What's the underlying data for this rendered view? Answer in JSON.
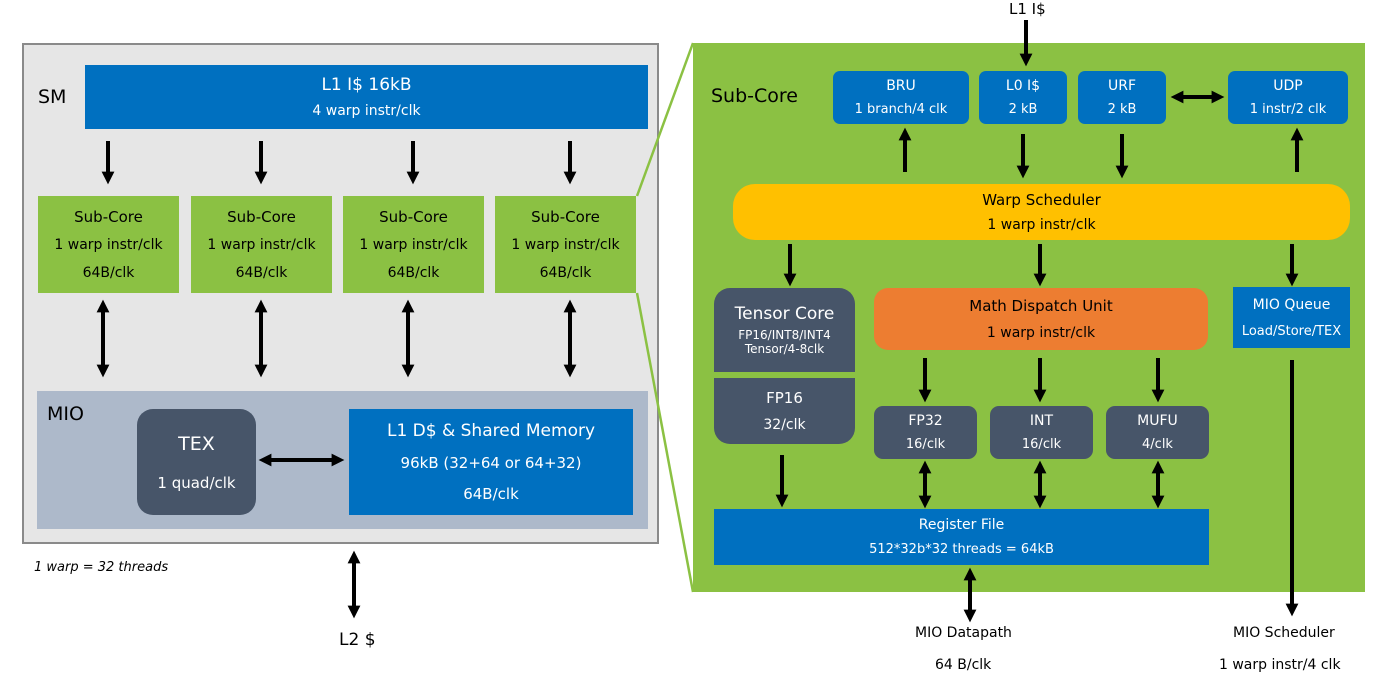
{
  "colors": {
    "sm_bg": "#e6e6e6",
    "mio_bg": "#adb9ca",
    "green": "#8bc143",
    "blue": "#0070c0",
    "gray": "#475569",
    "yellow": "#ffc000",
    "orange": "#ed7d31"
  },
  "sm": {
    "label": "SM",
    "l1i": {
      "title": "L1 I$ 16kB",
      "rate": "4 warp instr/clk"
    },
    "subcores": [
      {
        "title": "Sub-Core",
        "rate": "1 warp instr/clk",
        "bw": "64B/clk"
      },
      {
        "title": "Sub-Core",
        "rate": "1 warp instr/clk",
        "bw": "64B/clk"
      },
      {
        "title": "Sub-Core",
        "rate": "1 warp instr/clk",
        "bw": "64B/clk"
      },
      {
        "title": "Sub-Core",
        "rate": "1 warp instr/clk",
        "bw": "64B/clk"
      }
    ],
    "mio": {
      "label": "MIO",
      "tex": {
        "title": "TEX",
        "rate": "1 quad/clk"
      },
      "l1d": {
        "title": "L1 D$ & Shared Memory",
        "size": "96kB (32+64 or 64+32)",
        "bw": "64B/clk"
      }
    },
    "footnote": "1 warp = 32 threads",
    "l2": "L2 $"
  },
  "subcore": {
    "label": "Sub-Core",
    "l1i_top": "L1 I$",
    "bru": {
      "title": "BRU",
      "rate": "1 branch/4 clk"
    },
    "l0i": {
      "title": "L0 I$",
      "size": "2 kB"
    },
    "urf": {
      "title": "URF",
      "size": "2 kB"
    },
    "udp": {
      "title": "UDP",
      "rate": "1 instr/2 clk"
    },
    "warp_scheduler": {
      "title": "Warp Scheduler",
      "rate": "1 warp instr/clk"
    },
    "tensor": {
      "title": "Tensor Core",
      "types": "FP16/INT8/INT4",
      "rate": "Tensor/4-8clk"
    },
    "fp16": {
      "title": "FP16",
      "rate": "32/clk"
    },
    "mdu": {
      "title": "Math Dispatch Unit",
      "rate": "1 warp instr/clk"
    },
    "fp32": {
      "title": "FP32",
      "rate": "16/clk"
    },
    "int": {
      "title": "INT",
      "rate": "16/clk"
    },
    "mufu": {
      "title": "MUFU",
      "rate": "4/clk"
    },
    "mio_queue": {
      "title": "MIO Queue",
      "types": "Load/Store/TEX"
    },
    "register_file": {
      "title": "Register File",
      "size": "512*32b*32 threads = 64kB"
    },
    "mio_datapath": {
      "title": "MIO Datapath",
      "bw": "64 B/clk"
    },
    "mio_scheduler": {
      "title": "MIO Scheduler",
      "rate": "1 warp instr/4 clk"
    }
  }
}
